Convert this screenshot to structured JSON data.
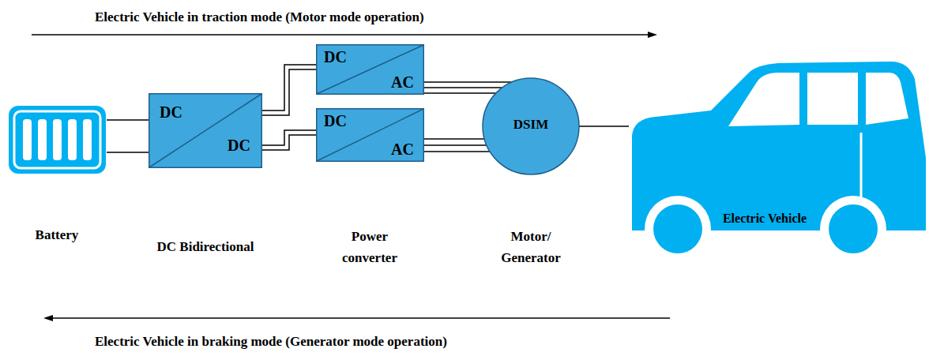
{
  "diagram": {
    "nodes": [
      {
        "text": [
          "Battery"
        ]
      },
      {
        "text": [
          "DC",
          "DC",
          "DC Bidirectional"
        ]
      },
      {
        "text": [
          "DC",
          "AC"
        ]
      },
      {
        "text": [
          "DC",
          "AC"
        ]
      },
      {
        "text": [
          "DSIM",
          "Motor/ Generator"
        ]
      },
      {
        "text": [
          "Electric Vehicle"
        ]
      }
    ],
    "edges": [
      {
        "from": 0,
        "to": 1,
        "arrow": "none"
      },
      {
        "from": 1,
        "to": 2,
        "arrow": "none"
      },
      {
        "from": 1,
        "to": 3,
        "arrow": "none"
      },
      {
        "from": 2,
        "to": 4,
        "arrow": "none"
      },
      {
        "from": 3,
        "to": 4,
        "arrow": "none"
      },
      {
        "from": 4,
        "to": 5,
        "arrow": "none"
      }
    ],
    "labels": [
      "Electric Vehicle in traction mode (Motor mode operation)",
      "Power converter",
      "Electric Vehicle in braking mode (Generator mode operation)"
    ]
  }
}
